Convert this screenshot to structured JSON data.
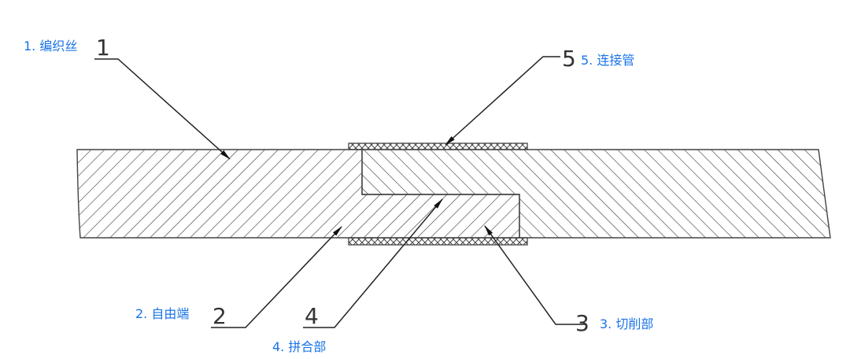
{
  "labels": [
    {
      "num": "1",
      "text": "1. 编织丝"
    },
    {
      "num": "2",
      "text": "2. 自由端"
    },
    {
      "num": "3",
      "text": "3. 切削部"
    },
    {
      "num": "4",
      "text": "4. 拼合部"
    },
    {
      "num": "5",
      "text": "5. 连接管"
    }
  ],
  "colors": {
    "label": "#1a73e8",
    "line": "#333333"
  }
}
